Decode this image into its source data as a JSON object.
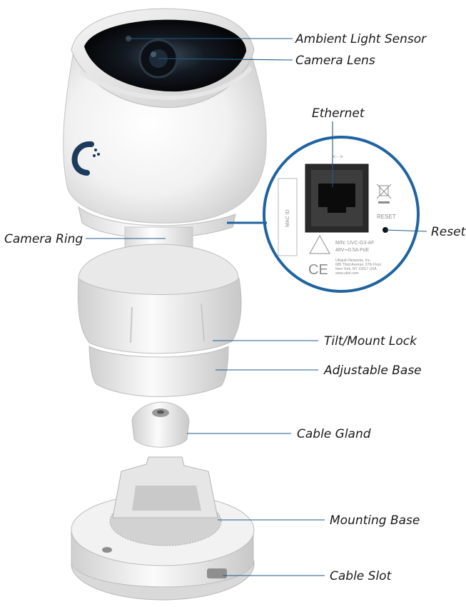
{
  "labels": {
    "ambient_light_sensor": "Ambient Light Sensor",
    "camera_lens": "Camera Lens",
    "ethernet": "Ethernet",
    "reset": "Reset",
    "camera_ring": "Camera Ring",
    "tilt_mount_lock": "Tilt/Mount Lock",
    "adjustable_base": "Adjustable Base",
    "cable_gland": "Cable Gland",
    "mounting_base": "Mounting Base",
    "cable_slot": "Cable Slot"
  },
  "inset": {
    "mac_id": "MAC ID",
    "port_symbol": "<··>",
    "reset_text": "RESET",
    "model": "M/N: UVC-G3-AF",
    "power": "48V⎓0.5A PoE",
    "company": "Ubiquiti Networks, Inc.",
    "address_1": "685 Third Avenue, 27th Floor",
    "address_2": "New York, NY 10017 USA",
    "website": "www.ubnt.com",
    "ce_mark": "CE"
  },
  "colors": {
    "leader": "#1f5a86",
    "inset_border": "#1f63a0",
    "body_white": "#f4f4f4"
  }
}
